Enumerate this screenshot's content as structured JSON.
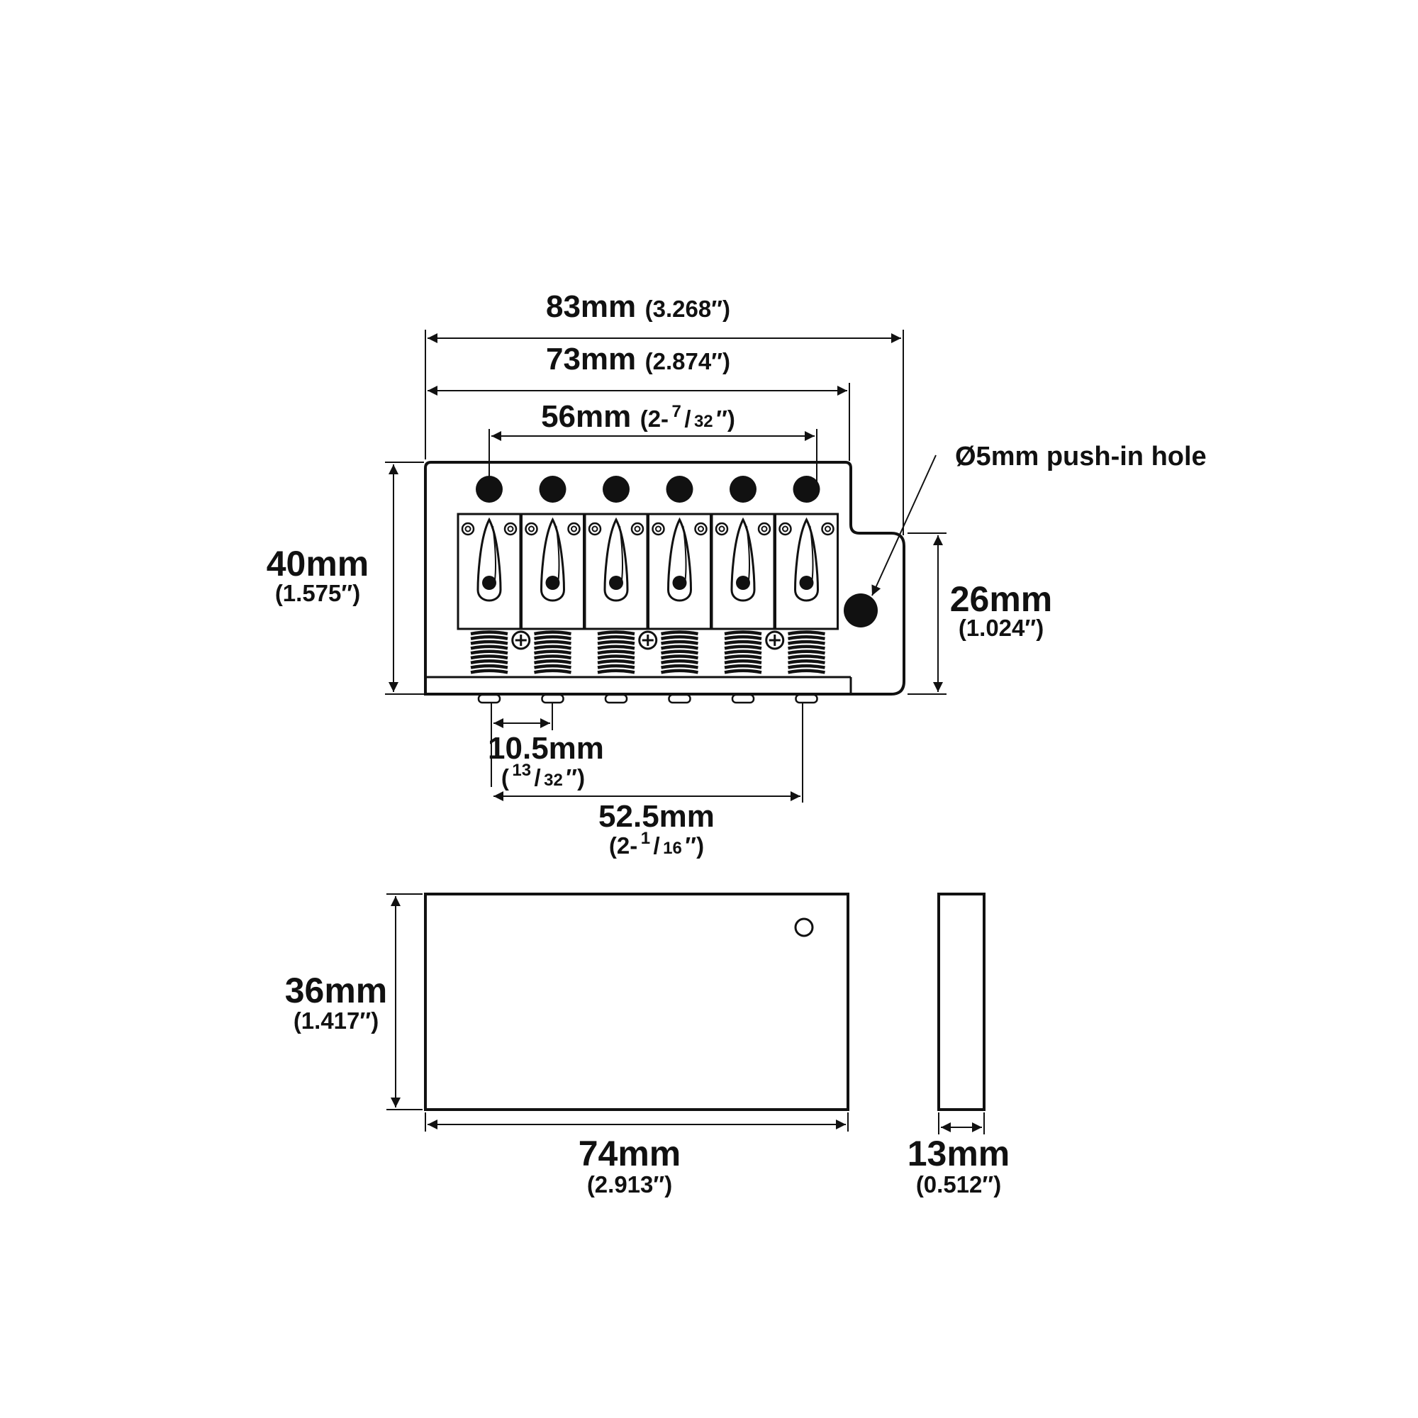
{
  "dimensions": {
    "overall_width": {
      "mm": "83mm",
      "inch": "(3.268″)"
    },
    "base_width": {
      "mm": "73mm",
      "inch": "(2.874″)"
    },
    "string_spread": {
      "mm": "56mm",
      "inch_pre": "(2-",
      "inch_num": "7",
      "inch_slash": "/",
      "inch_den": "32",
      "inch_post": "″)"
    },
    "overall_height": {
      "mm": "40mm",
      "inch": "(1.575″)"
    },
    "side_height": {
      "mm": "26mm",
      "inch": "(1.024″)"
    },
    "saddle_spacing": {
      "mm": "10.5mm",
      "inch_pre": "(",
      "inch_num": "13",
      "inch_slash": "/",
      "inch_den": "32",
      "inch_post": "″)"
    },
    "mount_spacing": {
      "mm": "52.5mm",
      "inch_pre": "(2-",
      "inch_num": "1",
      "inch_slash": "/",
      "inch_den": "16",
      "inch_post": "″)"
    },
    "block_height": {
      "mm": "36mm",
      "inch": "(1.417″)"
    },
    "block_width": {
      "mm": "74mm",
      "inch": "(2.913″)"
    },
    "block_depth": {
      "mm": "13mm",
      "inch": "(0.512″)"
    }
  },
  "annotations": {
    "push_in_hole": "Ø5mm push-in hole"
  },
  "part": {
    "string_holes": 6,
    "saddles": 6,
    "line_color": "#111111",
    "background": "#ffffff"
  }
}
